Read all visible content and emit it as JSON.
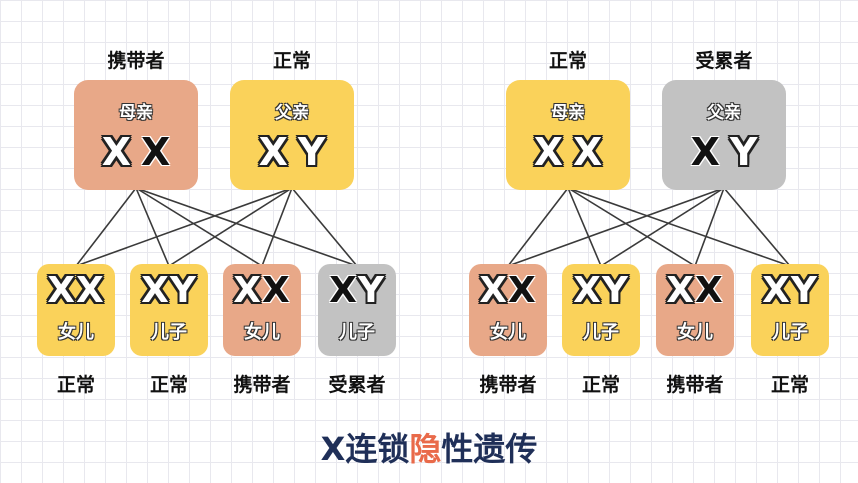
{
  "colors": {
    "yellow": "#fad25a",
    "orange": "#e8a888",
    "gray": "#c2c2c2",
    "title_dark": "#1f2f58",
    "title_highlight": "#e96a4a"
  },
  "panels": [
    {
      "parents": [
        {
          "status": "携带者",
          "role": "母亲",
          "alleles": [
            {
              "t": "X",
              "mut": false
            },
            {
              "t": "X",
              "mut": true
            }
          ],
          "color": "orange"
        },
        {
          "status": "正常",
          "role": "父亲",
          "alleles": [
            {
              "t": "X",
              "mut": false
            },
            {
              "t": "Y",
              "mut": false
            }
          ],
          "color": "yellow"
        }
      ],
      "children": [
        {
          "alleles": [
            {
              "t": "X",
              "mut": false
            },
            {
              "t": "X",
              "mut": false
            }
          ],
          "role": "女儿",
          "status": "正常",
          "color": "yellow"
        },
        {
          "alleles": [
            {
              "t": "X",
              "mut": false
            },
            {
              "t": "Y",
              "mut": false
            }
          ],
          "role": "儿子",
          "status": "正常",
          "color": "yellow"
        },
        {
          "alleles": [
            {
              "t": "X",
              "mut": false
            },
            {
              "t": "X",
              "mut": true
            }
          ],
          "role": "女儿",
          "status": "携带者",
          "color": "orange"
        },
        {
          "alleles": [
            {
              "t": "X",
              "mut": true
            },
            {
              "t": "Y",
              "mut": false
            }
          ],
          "role": "儿子",
          "status": "受累者",
          "color": "gray"
        }
      ]
    },
    {
      "parents": [
        {
          "status": "正常",
          "role": "母亲",
          "alleles": [
            {
              "t": "X",
              "mut": false
            },
            {
              "t": "X",
              "mut": false
            }
          ],
          "color": "yellow"
        },
        {
          "status": "受累者",
          "role": "父亲",
          "alleles": [
            {
              "t": "X",
              "mut": true
            },
            {
              "t": "Y",
              "mut": false
            }
          ],
          "color": "gray"
        }
      ],
      "children": [
        {
          "alleles": [
            {
              "t": "X",
              "mut": false
            },
            {
              "t": "X",
              "mut": true
            }
          ],
          "role": "女儿",
          "status": "携带者",
          "color": "orange"
        },
        {
          "alleles": [
            {
              "t": "X",
              "mut": false
            },
            {
              "t": "Y",
              "mut": false
            }
          ],
          "role": "儿子",
          "status": "正常",
          "color": "yellow"
        },
        {
          "alleles": [
            {
              "t": "X",
              "mut": false
            },
            {
              "t": "X",
              "mut": true
            }
          ],
          "role": "女儿",
          "status": "携带者",
          "color": "orange"
        },
        {
          "alleles": [
            {
              "t": "X",
              "mut": false
            },
            {
              "t": "Y",
              "mut": false
            }
          ],
          "role": "儿子",
          "status": "正常",
          "color": "yellow"
        }
      ]
    }
  ],
  "title": {
    "before": "X连锁",
    "highlight": "隐",
    "after": "性遗传"
  }
}
